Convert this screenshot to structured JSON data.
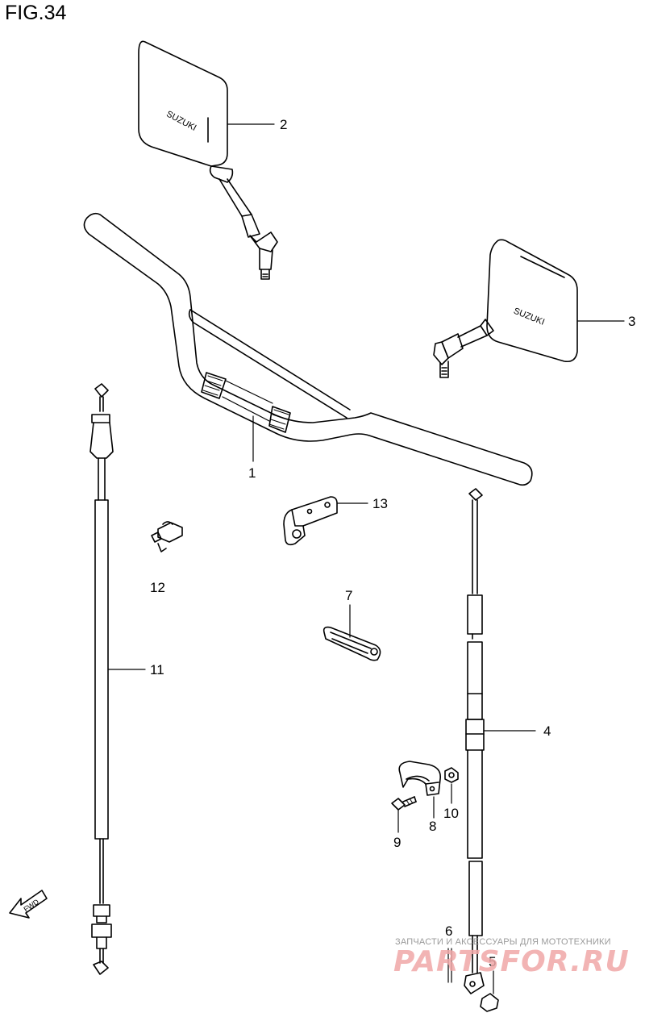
{
  "figure": {
    "title": "FIG.34"
  },
  "callouts": [
    {
      "id": "1",
      "label": "1"
    },
    {
      "id": "2",
      "label": "2"
    },
    {
      "id": "3",
      "label": "3"
    },
    {
      "id": "4",
      "label": "4"
    },
    {
      "id": "5",
      "label": "5"
    },
    {
      "id": "6",
      "label": "6"
    },
    {
      "id": "7",
      "label": "7"
    },
    {
      "id": "8",
      "label": "8"
    },
    {
      "id": "9",
      "label": "9"
    },
    {
      "id": "10",
      "label": "10"
    },
    {
      "id": "11",
      "label": "11"
    },
    {
      "id": "12",
      "label": "12"
    },
    {
      "id": "13",
      "label": "13"
    }
  ],
  "direction_marker": {
    "label": "FWD"
  },
  "mirror_branding": {
    "left": "SUZUKI",
    "right": "SUZUKI"
  },
  "watermark": {
    "subtitle": "ЗАПЧАСТИ И АКСЕССУАРЫ ДЛЯ МОТОТЕХНИКИ",
    "logo": "PARTSFOR.RU"
  },
  "colors": {
    "line": "#000000",
    "watermark_logo": "#f0a8a8",
    "watermark_text": "#9a9a9a"
  }
}
